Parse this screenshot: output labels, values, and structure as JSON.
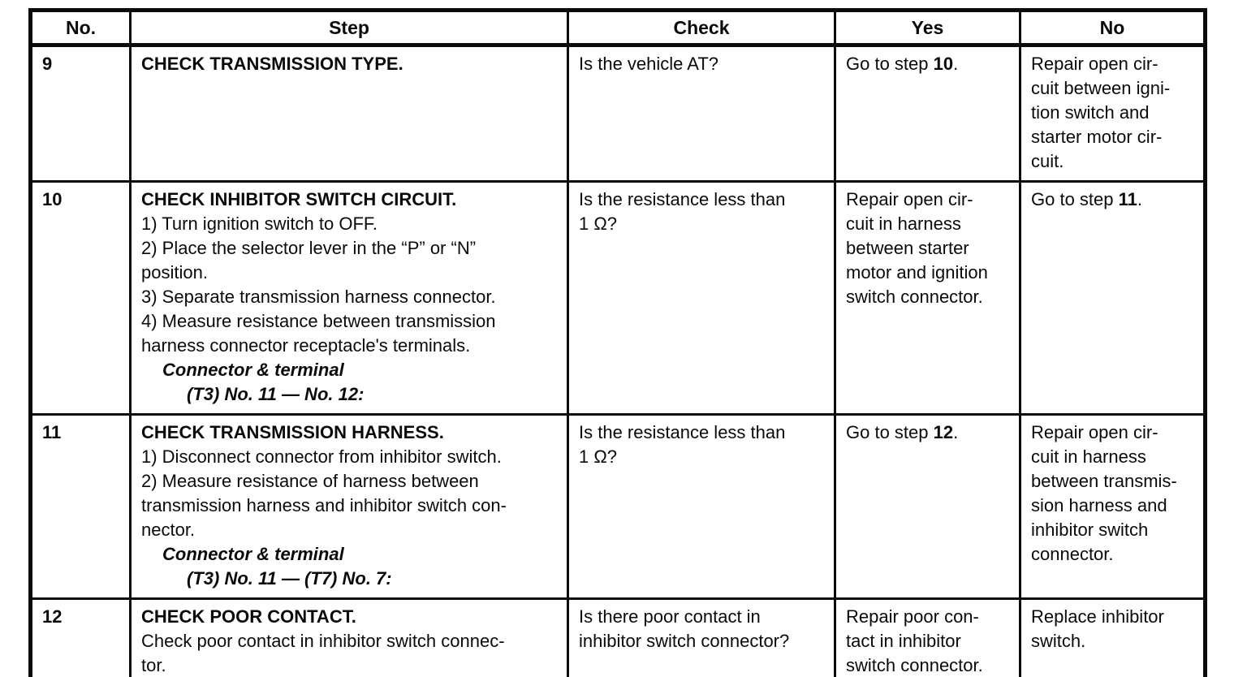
{
  "document": {
    "kind": "scanned-service-manual-table",
    "ink_color": "#0b0b0b",
    "paper_color": "#ffffff"
  },
  "table": {
    "headers": [
      "No.",
      "Step",
      "Check",
      "Yes",
      "No"
    ],
    "rows": [
      {
        "num": "9",
        "row_class": "r9",
        "step": [
          {
            "segs": [
              {
                "t": "CHECK TRANSMISSION TYPE.",
                "b": true
              }
            ]
          }
        ],
        "check": [
          {
            "segs": [
              {
                "t": "Is the vehicle AT?"
              }
            ]
          }
        ],
        "yes": [
          {
            "segs": [
              {
                "t": "Go to step "
              },
              {
                "t": "10",
                "b": true
              },
              {
                "t": "."
              }
            ]
          }
        ],
        "no": [
          {
            "segs": [
              {
                "t": "Repair open cir-"
              }
            ]
          },
          {
            "segs": [
              {
                "t": "cuit between igni-"
              }
            ]
          },
          {
            "segs": [
              {
                "t": "tion switch and"
              }
            ]
          },
          {
            "segs": [
              {
                "t": "starter motor cir-"
              }
            ]
          },
          {
            "segs": [
              {
                "t": "cuit."
              }
            ]
          }
        ]
      },
      {
        "num": "10",
        "row_class": "r10",
        "step": [
          {
            "segs": [
              {
                "t": "CHECK INHIBITOR SWITCH CIRCUIT.",
                "b": true
              }
            ]
          },
          {
            "segs": [
              {
                "t": "1) Turn ignition switch to OFF."
              }
            ]
          },
          {
            "segs": [
              {
                "t": "2) Place the selector lever in the “P” or “N”"
              }
            ]
          },
          {
            "segs": [
              {
                "t": "position."
              }
            ]
          },
          {
            "segs": [
              {
                "t": "3) Separate transmission harness connector."
              }
            ]
          },
          {
            "segs": [
              {
                "t": "4) Measure resistance between transmission"
              }
            ]
          },
          {
            "segs": [
              {
                "t": "harness connector receptacle's terminals."
              }
            ]
          },
          {
            "ind": 1,
            "segs": [
              {
                "t": "Connector & terminal",
                "b": true,
                "i": true
              }
            ]
          },
          {
            "ind": 2,
            "segs": [
              {
                "t": "(T3) No. 11 — No. 12:",
                "b": true,
                "i": true
              }
            ]
          }
        ],
        "check": [
          {
            "segs": [
              {
                "t": "Is the resistance less than"
              }
            ]
          },
          {
            "segs": [
              {
                "t": "1 Ω?"
              }
            ]
          }
        ],
        "yes": [
          {
            "segs": [
              {
                "t": "Repair open cir-"
              }
            ]
          },
          {
            "segs": [
              {
                "t": "cuit in harness"
              }
            ]
          },
          {
            "segs": [
              {
                "t": "between starter"
              }
            ]
          },
          {
            "segs": [
              {
                "t": "motor and ignition"
              }
            ]
          },
          {
            "segs": [
              {
                "t": "switch connector."
              }
            ]
          }
        ],
        "no": [
          {
            "segs": [
              {
                "t": "Go to step "
              },
              {
                "t": "11",
                "b": true
              },
              {
                "t": "."
              }
            ]
          }
        ]
      },
      {
        "num": "11",
        "row_class": "r11",
        "step": [
          {
            "segs": [
              {
                "t": "CHECK TRANSMISSION HARNESS.",
                "b": true
              }
            ]
          },
          {
            "segs": [
              {
                "t": "1) Disconnect connector from inhibitor switch."
              }
            ]
          },
          {
            "segs": [
              {
                "t": "2) Measure resistance of harness between"
              }
            ]
          },
          {
            "segs": [
              {
                "t": "transmission harness and inhibitor switch con-"
              }
            ]
          },
          {
            "segs": [
              {
                "t": "nector."
              }
            ]
          },
          {
            "ind": 1,
            "segs": [
              {
                "t": "Connector & terminal",
                "b": true,
                "i": true
              }
            ]
          },
          {
            "ind": 2,
            "segs": [
              {
                "t": "(T3) No. 11 — (T7) No. 7:",
                "b": true,
                "i": true
              }
            ]
          }
        ],
        "check": [
          {
            "segs": [
              {
                "t": "Is the resistance less than"
              }
            ]
          },
          {
            "segs": [
              {
                "t": "1 Ω?"
              }
            ]
          }
        ],
        "yes": [
          {
            "segs": [
              {
                "t": "Go to step "
              },
              {
                "t": "12",
                "b": true
              },
              {
                "t": "."
              }
            ]
          }
        ],
        "no": [
          {
            "segs": [
              {
                "t": "Repair open cir-"
              }
            ]
          },
          {
            "segs": [
              {
                "t": "cuit in harness"
              }
            ]
          },
          {
            "segs": [
              {
                "t": "between transmis-"
              }
            ]
          },
          {
            "segs": [
              {
                "t": "sion harness and"
              }
            ]
          },
          {
            "segs": [
              {
                "t": "inhibitor switch"
              }
            ]
          },
          {
            "segs": [
              {
                "t": "connector."
              }
            ]
          }
        ]
      },
      {
        "num": "12",
        "row_class": "r12",
        "step": [
          {
            "segs": [
              {
                "t": "CHECK POOR CONTACT.",
                "b": true
              }
            ]
          },
          {
            "segs": [
              {
                "t": "Check poor contact in inhibitor switch connec-"
              }
            ]
          },
          {
            "segs": [
              {
                "t": "tor."
              }
            ]
          }
        ],
        "check": [
          {
            "segs": [
              {
                "t": "Is there poor contact in"
              }
            ]
          },
          {
            "segs": [
              {
                "t": "inhibitor switch connector?"
              }
            ]
          }
        ],
        "yes": [
          {
            "segs": [
              {
                "t": "Repair poor con-"
              }
            ]
          },
          {
            "segs": [
              {
                "t": "tact in inhibitor"
              }
            ]
          },
          {
            "segs": [
              {
                "t": "switch connector."
              }
            ]
          }
        ],
        "no": [
          {
            "segs": [
              {
                "t": "Replace inhibitor"
              }
            ]
          },
          {
            "segs": [
              {
                "t": "switch."
              }
            ]
          }
        ]
      }
    ]
  }
}
